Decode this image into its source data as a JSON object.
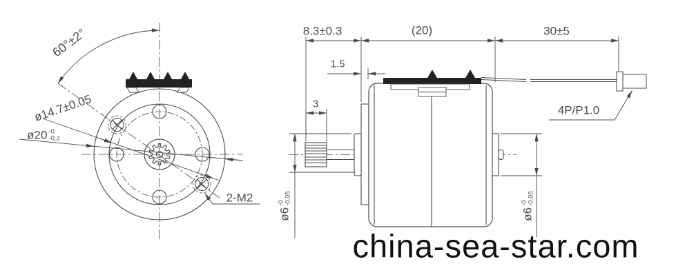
{
  "drawing": {
    "watermark": "china-sea-star.com",
    "front_view": {
      "angle_dim": "60°±2°",
      "hole_circle_dim": "ø14.7±0.05",
      "outer_dia": {
        "main": "ø20",
        "upper": "-0",
        "lower": "-0.2"
      },
      "screw_holes_dim": "2-M2"
    },
    "side_view": {
      "shaft_protrusion_dim": "8.3±0.3",
      "body_length_dim": "(20)",
      "lead_length_dim": "30±5",
      "flange_thickness_dim": "1.5",
      "gear_width_dim": "3",
      "connector_label": "4P/P1.0",
      "front_boss_dia": {
        "main": "ø6",
        "upper": "-0",
        "lower": "-0.05"
      },
      "rear_boss_dia": {
        "main": "ø6",
        "upper": "-0",
        "lower": "-0.05"
      }
    }
  }
}
